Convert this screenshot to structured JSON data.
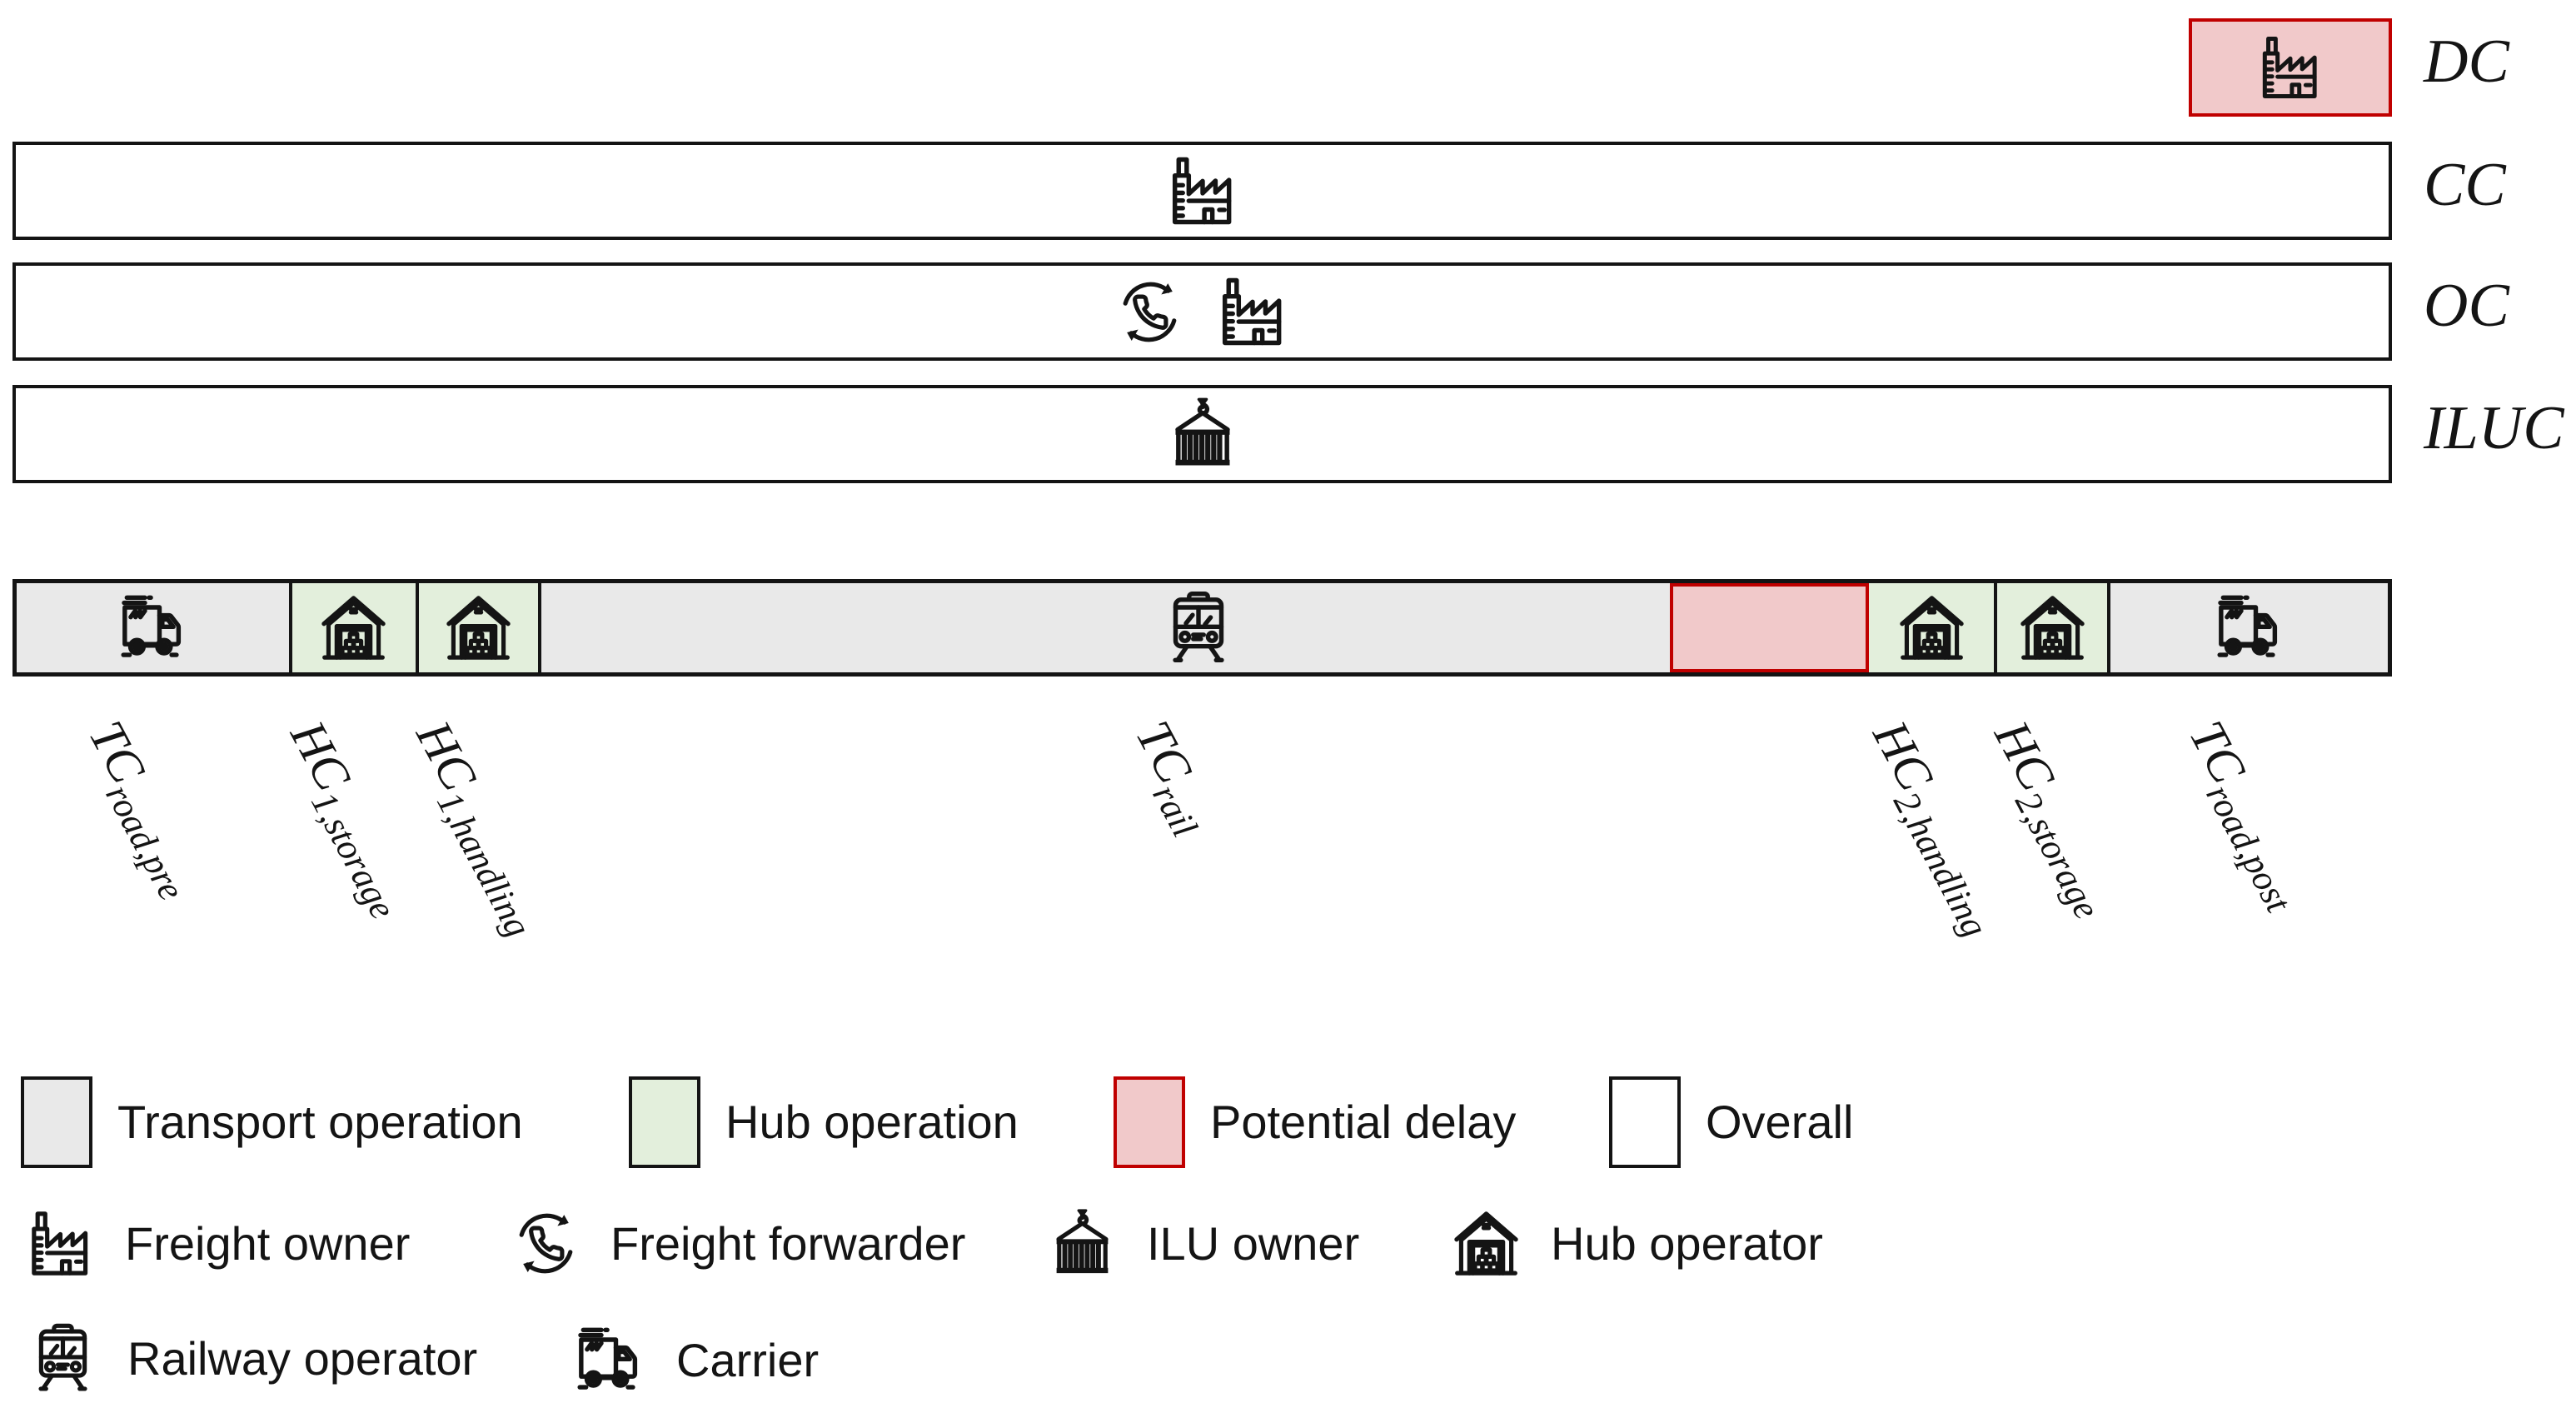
{
  "rows": {
    "dc": {
      "label": "DC",
      "actor_icons": [
        "factory"
      ]
    },
    "cc": {
      "label": "CC",
      "actor_icons": [
        "factory"
      ]
    },
    "oc": {
      "label": "OC",
      "actor_icons": [
        "freight-forwarder",
        "factory"
      ]
    },
    "iluc": {
      "label": "ILUC",
      "actor_icons": [
        "container-hook"
      ]
    }
  },
  "bar": {
    "segments": [
      {
        "id": "tc-road-pre",
        "type": "transport",
        "icon": "truck",
        "label_main": "TC",
        "label_sub": "road,pre"
      },
      {
        "id": "hc1-storage",
        "type": "hub",
        "icon": "warehouse",
        "label_main": "HC",
        "label_sub": "1,storage"
      },
      {
        "id": "hc1-handling",
        "type": "hub",
        "icon": "warehouse",
        "label_main": "HC",
        "label_sub": "1,handling"
      },
      {
        "id": "tc-rail",
        "type": "transport",
        "icon": "train",
        "label_main": "TC",
        "label_sub": "rail"
      },
      {
        "id": "potential-delay",
        "type": "delay",
        "icon": "",
        "label_main": "",
        "label_sub": ""
      },
      {
        "id": "hc2-handling",
        "type": "hub",
        "icon": "warehouse",
        "label_main": "HC",
        "label_sub": "2,handling"
      },
      {
        "id": "hc2-storage",
        "type": "hub",
        "icon": "warehouse",
        "label_main": "HC",
        "label_sub": "2,storage"
      },
      {
        "id": "tc-road-post",
        "type": "transport",
        "icon": "truck",
        "label_main": "TC",
        "label_sub": "road,post"
      }
    ]
  },
  "legend": {
    "operations": [
      {
        "label": "Transport operation",
        "type": "transport"
      },
      {
        "label": "Hub operation",
        "type": "hub"
      },
      {
        "label": "Potential delay",
        "type": "delay"
      },
      {
        "label": "Overall",
        "type": "overall"
      }
    ],
    "actors": [
      {
        "label": "Freight owner",
        "icon": "factory"
      },
      {
        "label": "Freight forwarder",
        "icon": "freight-forwarder"
      },
      {
        "label": "ILU owner",
        "icon": "container-hook"
      },
      {
        "label": "Hub operator",
        "icon": "warehouse"
      },
      {
        "label": "Railway operator",
        "icon": "train"
      },
      {
        "label": "Carrier",
        "icon": "truck"
      }
    ]
  },
  "colors": {
    "transport_fill": "#e9e9e9",
    "hub_fill": "#e3efdc",
    "delay_fill": "#f1c9ca",
    "delay_border": "#c00000",
    "outline": "#141414",
    "background": "#ffffff"
  }
}
